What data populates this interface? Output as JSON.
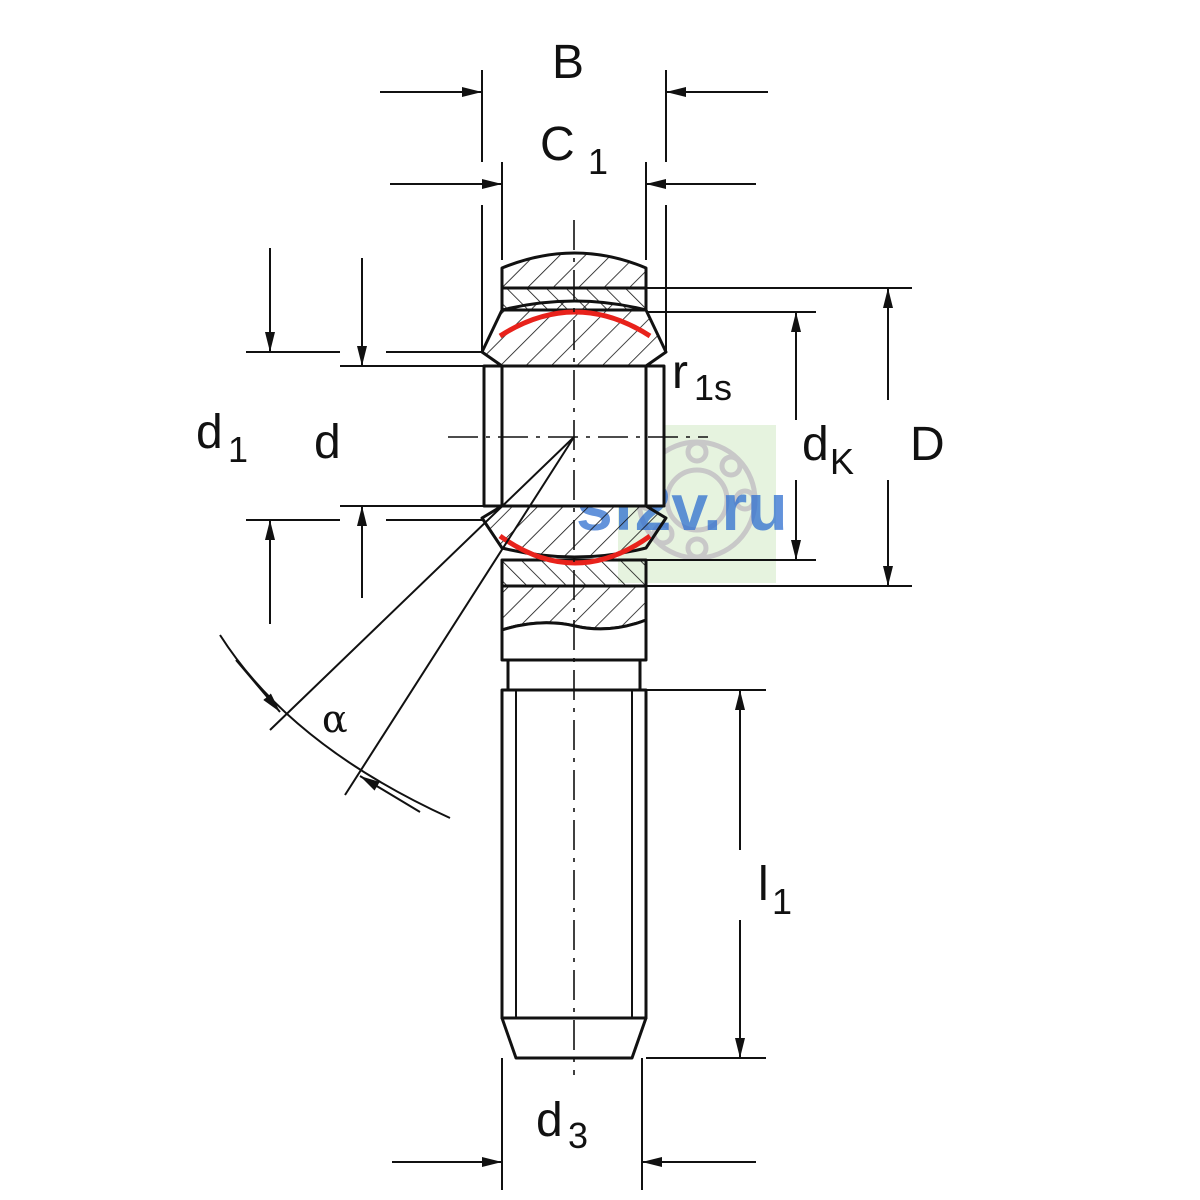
{
  "labels": {
    "B": "B",
    "C": "C",
    "C_sub": "1",
    "d1": "d",
    "d1_sub": "1",
    "d": "d",
    "r": "r",
    "r_sub": "1s",
    "dK": "d",
    "dK_sub": "K",
    "D": "D",
    "alpha": "α",
    "l": "l",
    "l_sub": "1",
    "d3": "d",
    "d3_sub": "3"
  },
  "watermark": {
    "text": "sf2v.ru"
  },
  "colors": {
    "line": "#111111",
    "seal": "#e8221b",
    "watermark_text": "#2f6fd0",
    "watermark_bg": "#e6f3df"
  }
}
